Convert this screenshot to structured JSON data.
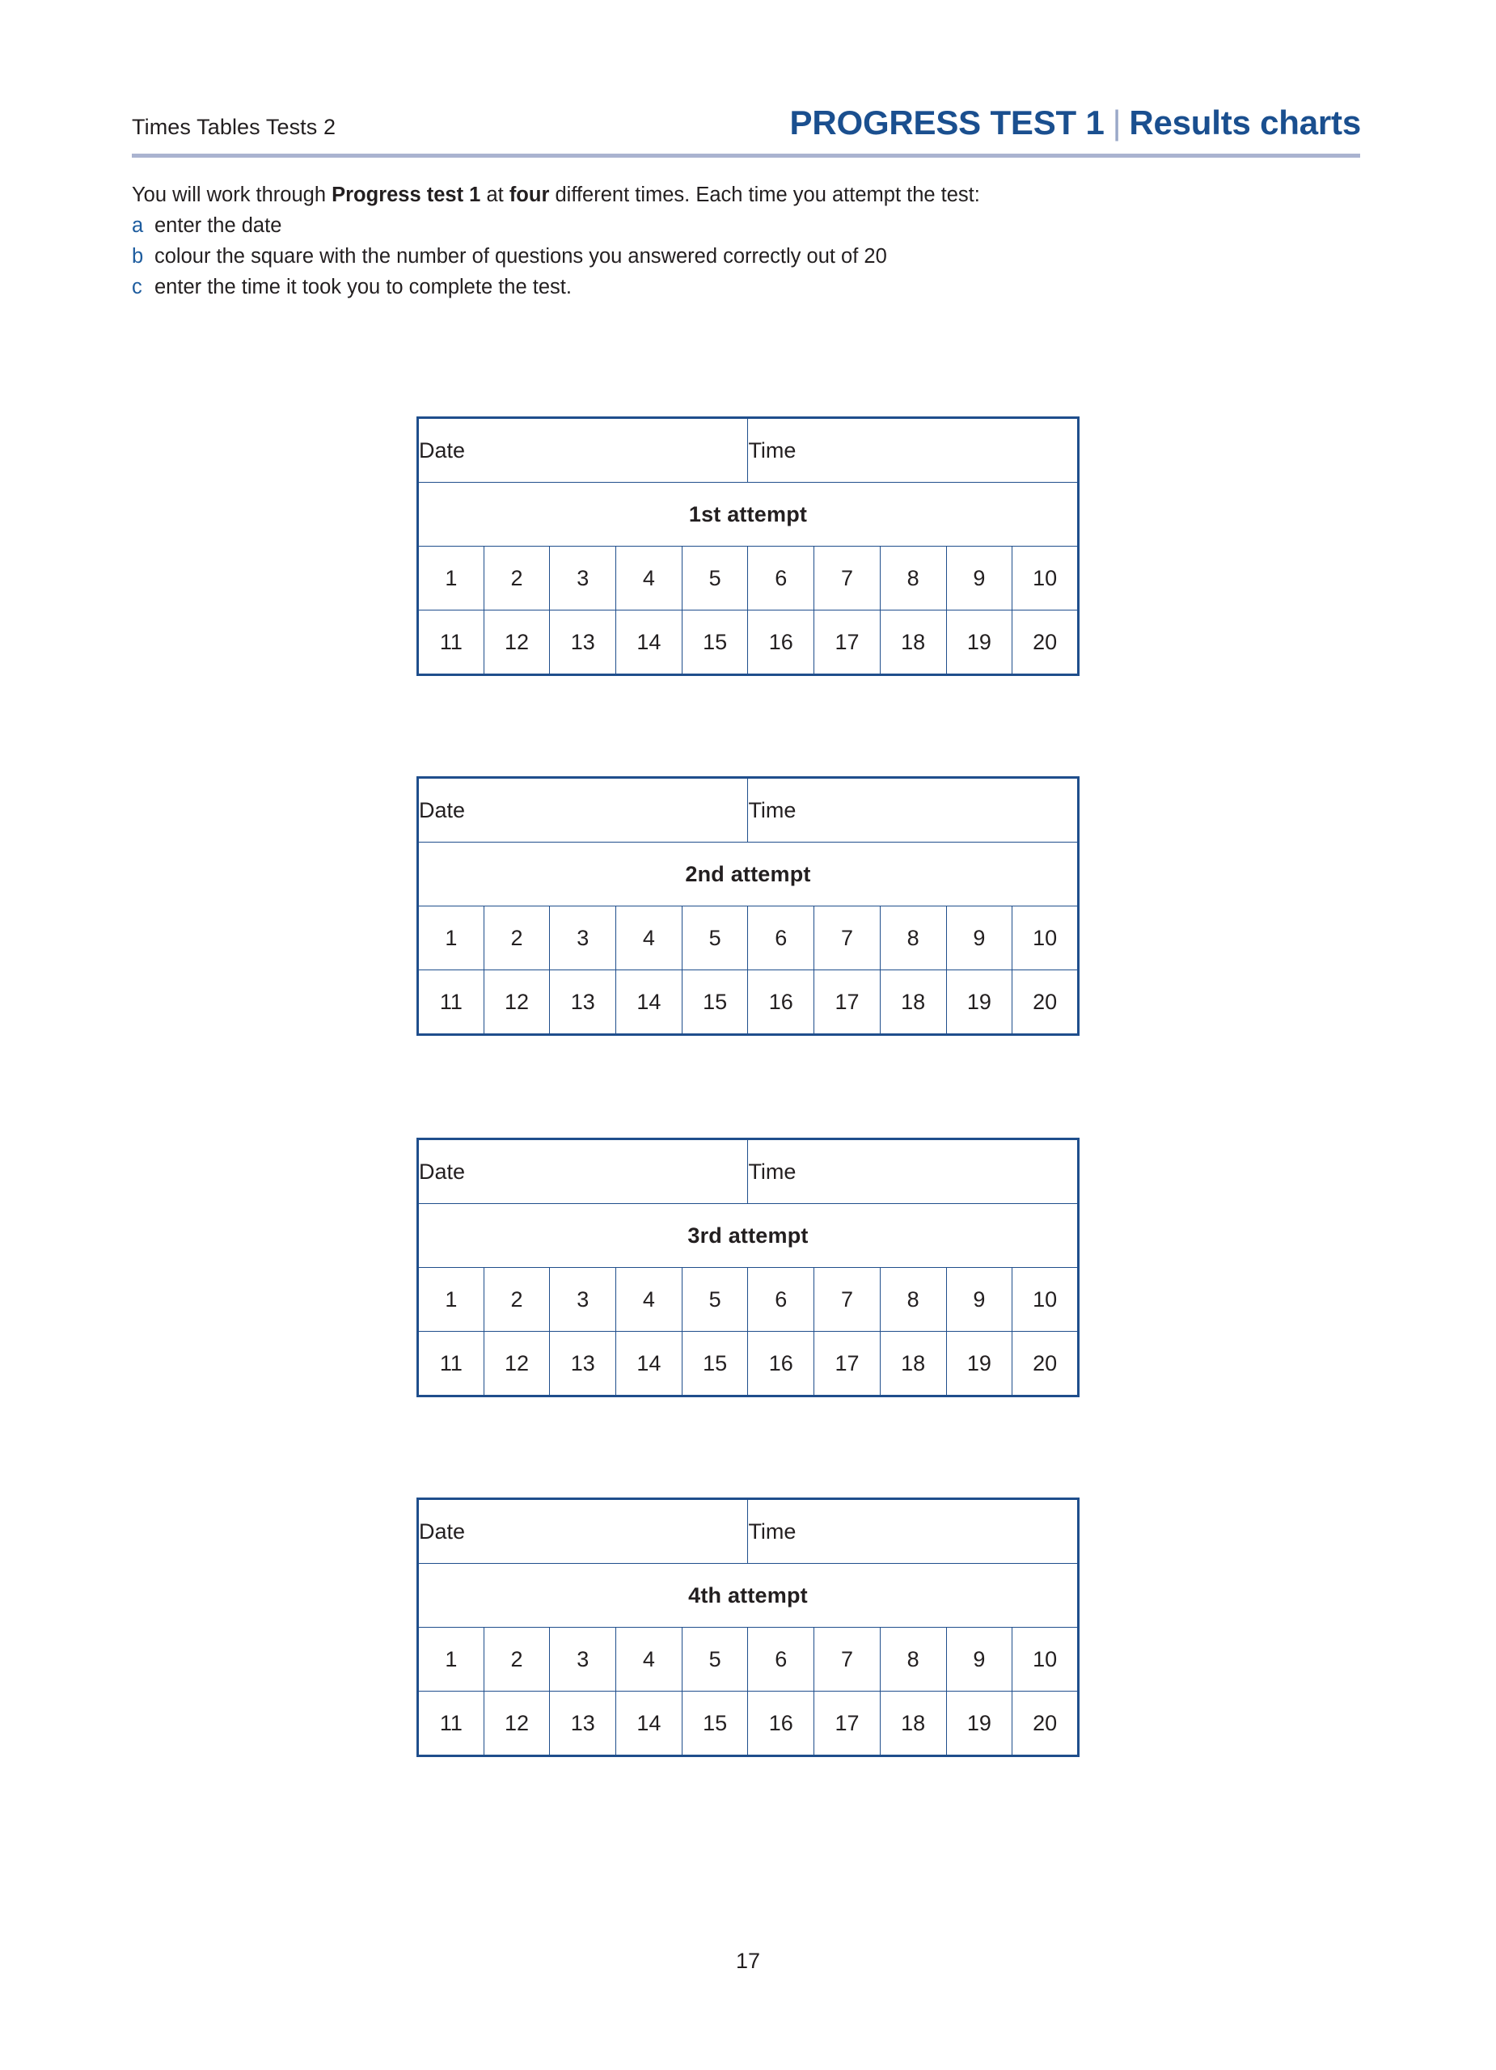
{
  "header": {
    "left_title": "Times Tables Tests 2",
    "right_title_main": "PROGRESS TEST 1",
    "right_separator": "|",
    "right_title_sub": "Results charts",
    "accent_color": "#1a4f8f",
    "rule_color": "#aab3d0"
  },
  "intro": {
    "line1_part1": "You will work through ",
    "line1_bold1": "Progress test 1",
    "line1_part2": " at ",
    "line1_bold2": "four",
    "line1_part3": " different times. Each time you attempt the test:",
    "bullets": [
      {
        "letter": "a",
        "text": "enter the date"
      },
      {
        "letter": "b",
        "text": "colour the square with the number of questions you answered correctly out of 20"
      },
      {
        "letter": "c",
        "text": "enter the time it took you to complete the test."
      }
    ],
    "bullet_letter_color": "#1d5c9e"
  },
  "tables": [
    {
      "date_label": "Date",
      "time_label": "Time",
      "attempt_label": "1st attempt",
      "row_top": [
        "1",
        "2",
        "3",
        "4",
        "5",
        "6",
        "7",
        "8",
        "9",
        "10"
      ],
      "row_bottom": [
        "11",
        "12",
        "13",
        "14",
        "15",
        "16",
        "17",
        "18",
        "19",
        "20"
      ]
    },
    {
      "date_label": "Date",
      "time_label": "Time",
      "attempt_label": "2nd attempt",
      "row_top": [
        "1",
        "2",
        "3",
        "4",
        "5",
        "6",
        "7",
        "8",
        "9",
        "10"
      ],
      "row_bottom": [
        "11",
        "12",
        "13",
        "14",
        "15",
        "16",
        "17",
        "18",
        "19",
        "20"
      ]
    },
    {
      "date_label": "Date",
      "time_label": "Time",
      "attempt_label": "3rd attempt",
      "row_top": [
        "1",
        "2",
        "3",
        "4",
        "5",
        "6",
        "7",
        "8",
        "9",
        "10"
      ],
      "row_bottom": [
        "11",
        "12",
        "13",
        "14",
        "15",
        "16",
        "17",
        "18",
        "19",
        "20"
      ]
    },
    {
      "date_label": "Date",
      "time_label": "Time",
      "attempt_label": "4th attempt",
      "row_top": [
        "1",
        "2",
        "3",
        "4",
        "5",
        "6",
        "7",
        "8",
        "9",
        "10"
      ],
      "row_bottom": [
        "11",
        "12",
        "13",
        "14",
        "15",
        "16",
        "17",
        "18",
        "19",
        "20"
      ]
    }
  ],
  "table_border_color": "#1f4e8c",
  "footer": {
    "page_number": "17"
  }
}
